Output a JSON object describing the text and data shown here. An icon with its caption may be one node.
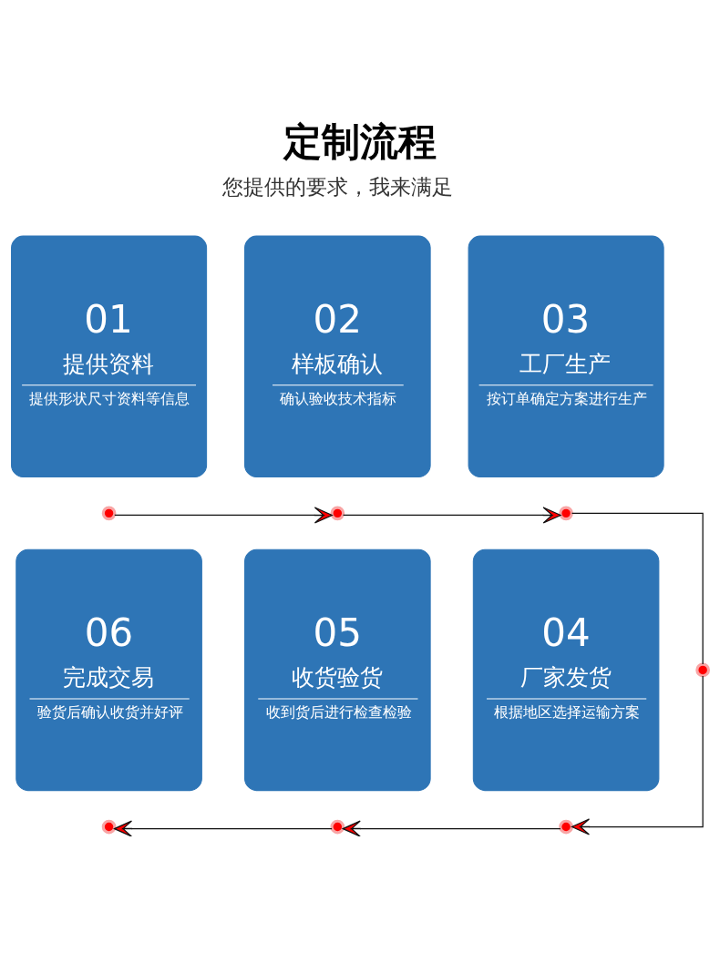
{
  "diagram": {
    "title": "定制流程",
    "nodes": [
      {
        "text": [
          "01",
          "提供资料",
          "提供形状尺寸资料等信息"
        ]
      },
      {
        "text": [
          "02",
          "样板确认",
          "确认验收技术指标"
        ]
      },
      {
        "text": [
          "03",
          "工厂生产",
          "按订单确定方案进行生产"
        ]
      },
      {
        "text": [],
        "shape": "circle"
      },
      {
        "text": [],
        "shape": "circle"
      },
      {
        "text": [],
        "shape": "circle"
      },
      {
        "text": [
          "06",
          "完成交易",
          "验货后确认收货并好评"
        ]
      },
      {
        "text": [
          "05",
          "收货验货",
          "收到货后进行检查检验"
        ]
      },
      {
        "text": [
          "04",
          "厂家发货",
          "根据地区选择运输方案"
        ]
      },
      {
        "text": [],
        "shape": "circle"
      },
      {
        "text": [],
        "shape": "circle"
      },
      {
        "text": [],
        "shape": "circle"
      },
      {
        "text": [],
        "shape": "circle"
      }
    ],
    "edges": [
      {
        "from": 3,
        "to": 4,
        "arrow": "to"
      },
      {
        "from": 4,
        "to": 5,
        "arrow": "to"
      },
      {
        "from": 5,
        "to": 9,
        "arrow": "none"
      },
      {
        "from": 9,
        "to": 12,
        "arrow": "to"
      },
      {
        "from": 12,
        "to": 11,
        "arrow": "to"
      },
      {
        "from": 11,
        "to": 10,
        "arrow": "to"
      }
    ],
    "labels": [
      "您提供的要求，我来满足"
    ]
  }
}
